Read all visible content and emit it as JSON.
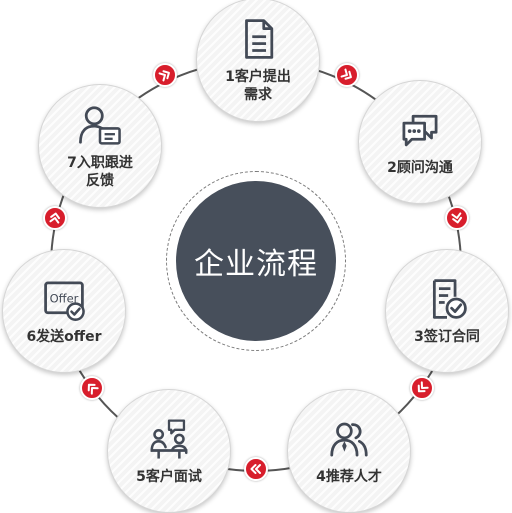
{
  "diagram": {
    "center_title": "企业流程",
    "steps": [
      {
        "label": "1客户提出\n需求",
        "icon": "document-icon"
      },
      {
        "label": "2顾问沟通",
        "icon": "chat-bubbles-icon"
      },
      {
        "label": "3签订合同",
        "icon": "contract-check-icon"
      },
      {
        "label": "4推荐人才",
        "icon": "people-icon"
      },
      {
        "label": "5客户面试",
        "icon": "interview-icon"
      },
      {
        "label": "6发送offer",
        "icon": "offer-icon",
        "icon_text": "Offer"
      },
      {
        "label": "7入职跟进\n反馈",
        "icon": "user-card-icon"
      }
    ],
    "connector_icon": "double-chevron-icon",
    "colors": {
      "accent_red": "#d81e2c",
      "center_fill": "#474f5b",
      "ring_line": "#555555",
      "icon_stroke": "#434a56",
      "label_text": "#333333"
    }
  }
}
